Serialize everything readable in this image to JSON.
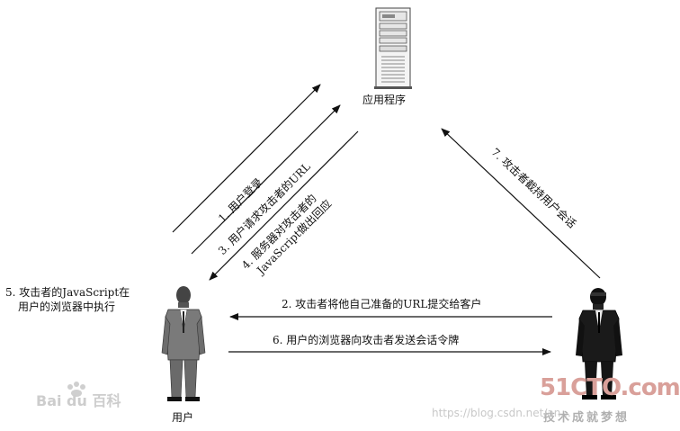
{
  "nodes": {
    "server_label": "应用程序",
    "user_label": "用户"
  },
  "steps": {
    "s1": "1. 用户登录",
    "s2": "2. 攻击者将他自己准备的URL提交给客户",
    "s3": "3. 用户请求攻击者的URL",
    "s4_line1": "4. 服务器对攻击者的",
    "s4_line2": "JavaScript做出回应",
    "s5_line1": "5. 攻击者的JavaScript在",
    "s5_line2": "用户的浏览器中执行",
    "s6": "6. 用户的浏览器向攻击者发送会话令牌",
    "s7": "7. 攻击者截持用户会话"
  },
  "watermarks": {
    "baidu": "Bai du 百科",
    "site": "51CTO.com",
    "site_tag": "技术成就梦想",
    "blog_url": "https://blog.csdn.net/an..."
  },
  "colors": {
    "ink": "#111111",
    "watermark_red": "#d9a09a",
    "watermark_gray": "#c8c8c8"
  }
}
